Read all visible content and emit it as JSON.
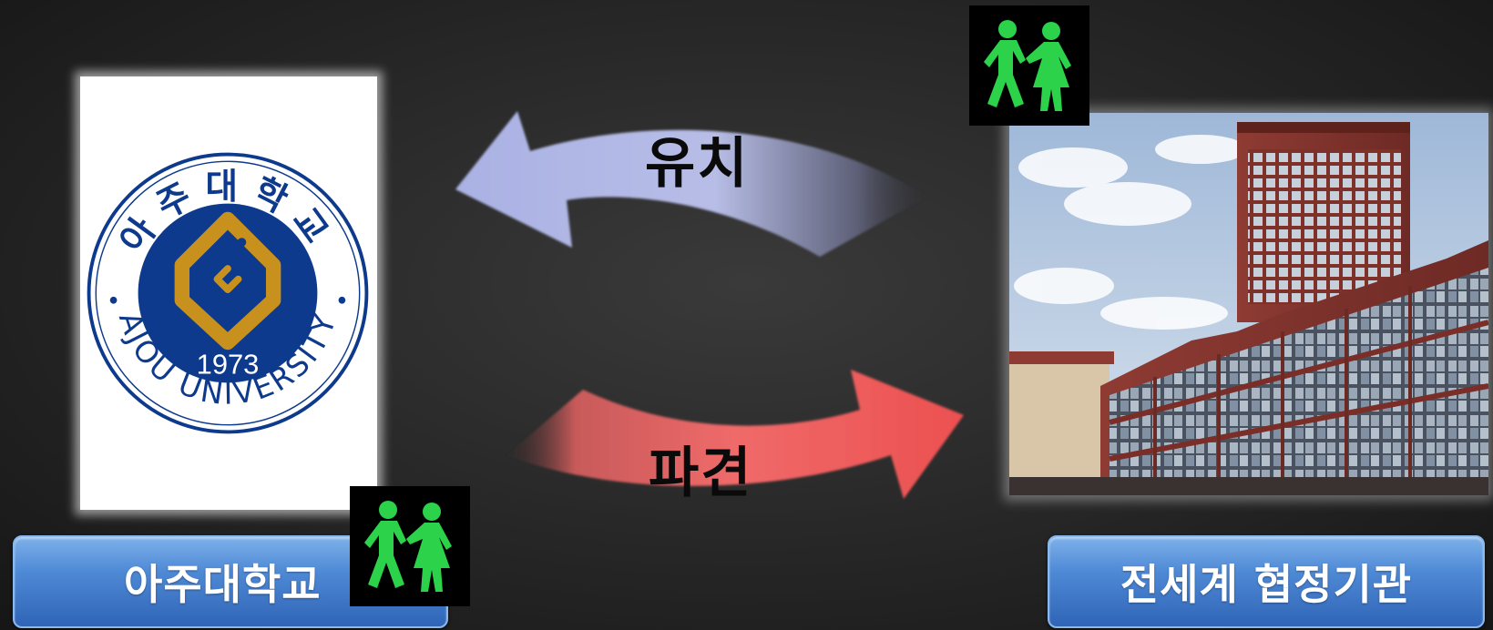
{
  "labels": {
    "attract": "유치",
    "dispatch": "파견"
  },
  "buttons": {
    "ajou": "아주대학교",
    "partners": "전세계 협정기관"
  },
  "logo": {
    "korean_name": "아주대학교",
    "english_name": "AJOU UNIVERSITY",
    "year": "1973"
  },
  "colors": {
    "attract_arrow": "#aab2e4",
    "dispatch_arrow": "#ec5a5a",
    "button_blue": "#3e77c6",
    "walker_green": "#2bd24a",
    "logo_navy": "#0d3a8c",
    "logo_gold": "#c8901c"
  },
  "icons": {
    "walker": "pedestrians-walking-icon",
    "building": "partner-building-photo"
  }
}
